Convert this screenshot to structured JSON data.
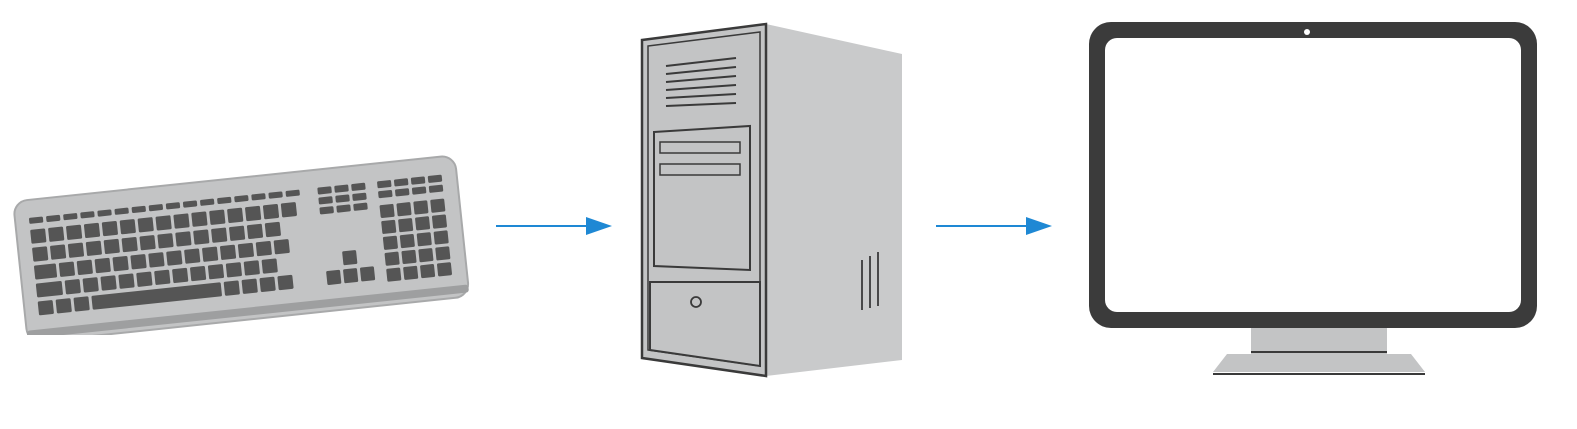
{
  "diagram": {
    "nodes": [
      {
        "id": "input",
        "icon": "keyboard-icon"
      },
      {
        "id": "processing",
        "icon": "computer-tower-icon"
      },
      {
        "id": "output",
        "icon": "monitor-icon"
      }
    ],
    "edges": [
      {
        "from": "input",
        "to": "processing",
        "icon": "arrow-right-icon"
      },
      {
        "from": "processing",
        "to": "output",
        "icon": "arrow-right-icon"
      }
    ],
    "colors": {
      "arrow": "#1e88d4",
      "device_body": "#c3c4c5",
      "device_outline": "#3a3a3a",
      "key": "#555555",
      "monitor_bezel": "#3b3b3b",
      "monitor_screen": "#ffffff"
    }
  }
}
